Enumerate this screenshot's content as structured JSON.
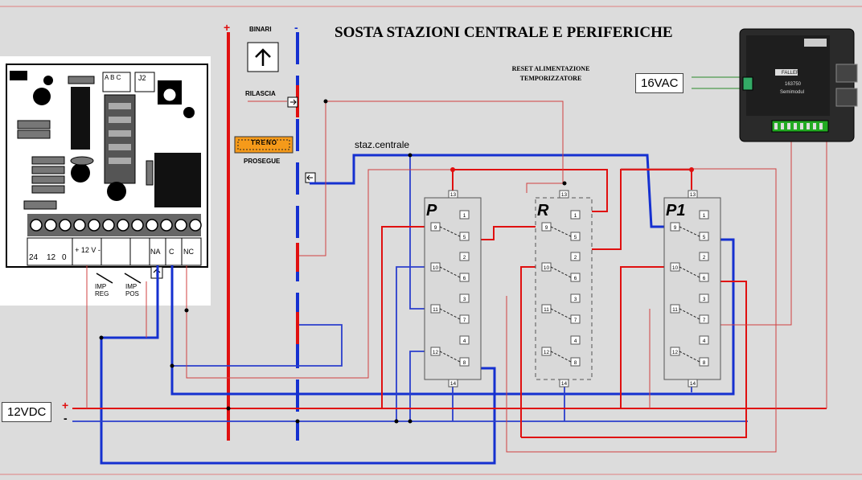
{
  "diagram": {
    "title": "SOSTA STAZIONI CENTRALE E PERIFERICHE",
    "subtitle_line1": "RESET ALIMENTAZIONE",
    "subtitle_line2": "TEMPORIZZATORE",
    "binari_label": "BINARI",
    "rilascia_label": "RILASCIA",
    "prosegue_label": "PROSEGUE",
    "treno_sign": "TRENO",
    "staz_label": "staz.centrale",
    "vac_label": "16VAC",
    "vdc_label": "12VDC",
    "plus": "+",
    "minus": "-",
    "board": {
      "jumper_a": "A B C",
      "jumper_b": "J2",
      "terminals": [
        "24",
        "12",
        "0",
        "+ 12 V -",
        "",
        "",
        "NA",
        "C",
        "NC"
      ],
      "impreg": "IMP REG",
      "imppos": "IMP POS"
    },
    "decoder": {
      "brand": "FALLER",
      "model": "163750",
      "sub": "Semimodul"
    },
    "relays": [
      {
        "name": "P",
        "top_pin": "13",
        "bottom_pin": "14",
        "pins": [
          "1",
          "9",
          "5",
          "2",
          "10",
          "6",
          "3",
          "11",
          "7",
          "4",
          "12",
          "8"
        ]
      },
      {
        "name": "R",
        "top_pin": "13",
        "bottom_pin": "14",
        "pins": [
          "1",
          "9",
          "5",
          "2",
          "10",
          "6",
          "3",
          "11",
          "7",
          "4",
          "12",
          "8"
        ]
      },
      {
        "name": "P1",
        "top_pin": "13",
        "bottom_pin": "14",
        "pins": [
          "1",
          "9",
          "5",
          "2",
          "10",
          "6",
          "3",
          "11",
          "7",
          "4",
          "12",
          "8"
        ]
      }
    ],
    "colors": {
      "red": "#e01010",
      "blue": "#1530d0",
      "thin_red": "#d04040",
      "thin_blue": "#2b3fcc",
      "background": "#dcdcdc",
      "relay_border": "#555555"
    }
  }
}
